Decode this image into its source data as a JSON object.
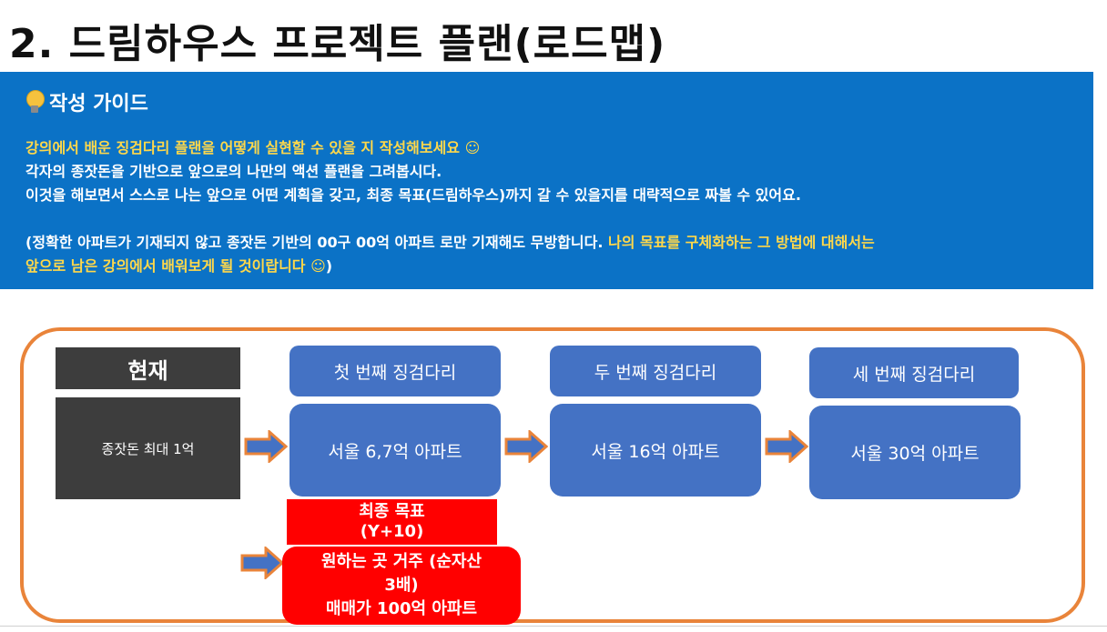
{
  "page": {
    "title": "2. 드림하우스 프로젝트 플랜(로드맵)"
  },
  "guide": {
    "heading": "작성 가이드",
    "line1": "강의에서 배운 징검다리 플랜을 어떻게 실현할 수 있을 지 작성해보세요 ☺",
    "line2": "각자의 종잣돈을 기반으로 앞으로의 나만의 액션 플랜을 그려봅시다.",
    "line3": "이것을 해보면서 스스로 나는 앞으로 어떤 계획을 갖고, 최종 목표(드림하우스)까지 갈 수 있을지를 대략적으로 짜볼 수 있어요.",
    "line4_white": "(정확한 아파트가 기재되지 않고 종잣돈 기반의 00구 00억 아파트 로만 기재해도 무방합니다. ",
    "line4_yellow": "나의 목표를 구체화하는 그 방법에 대해서는",
    "line5_yellow": "앞으로 남은 강의에서 배워보게 될 것이랍니다 ☺",
    "line5_white": ")"
  },
  "roadmap": {
    "current_label": "현재",
    "current_value": "종잣돈 최대 1억",
    "step1_label": "첫 번째 징검다리",
    "step1_value": "서울 6,7억 아파트",
    "step2_label": "두 번째 징검다리",
    "step2_value": "서울 16억 아파트",
    "step3_label": "세 번째 징검다리",
    "step3_value": "서울 30억 아파트",
    "final_label_1": "최종 목표",
    "final_label_2": "(Y+10)",
    "final_value_1": "원하는 곳 거주 (순자산",
    "final_value_2": "3배)",
    "final_value_3": "매매가 100억 아파트"
  },
  "colors": {
    "guide_bg": "#0B72C6",
    "guide_highlight": "#FFD84A",
    "frame_border": "#E9843A",
    "step_box": "#4472C4",
    "current_box": "#3D3D3D",
    "goal_box": "#FF0000",
    "arrow_fill": "#4472C4",
    "arrow_stroke": "#E9843A"
  },
  "icons": {
    "guide_icon": "lightbulb-icon",
    "flow_arrow": "right-arrow-icon"
  }
}
